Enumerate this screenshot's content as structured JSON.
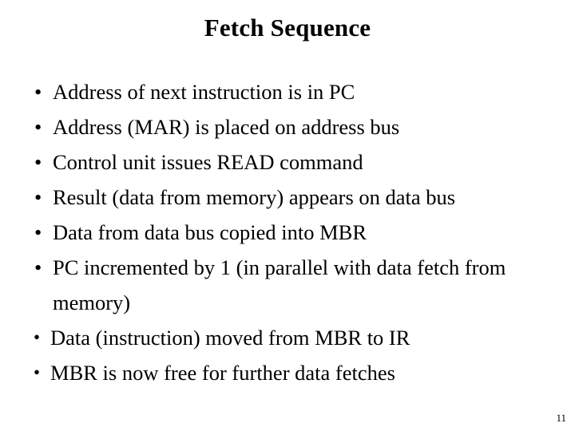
{
  "slide": {
    "title": "Fetch Sequence",
    "bullet_glyph": "•",
    "background_color": "#ffffff",
    "text_color": "#000000",
    "number": "11",
    "bullets": [
      {
        "text": "Address of next instruction is in PC",
        "style": "normal"
      },
      {
        "text": "Address (MAR) is placed on address bus",
        "style": "normal"
      },
      {
        "text": "Control unit issues READ command",
        "style": "normal"
      },
      {
        "text": "Result (data from memory) appears on data bus",
        "style": "normal"
      },
      {
        "text": "Data from data bus copied into MBR",
        "style": "normal"
      },
      {
        "text": "PC incremented by 1 (in parallel with data fetch from memory)",
        "style": "normal"
      },
      {
        "text": "Data (instruction) moved from MBR to IR",
        "style": "tight"
      },
      {
        "text": "MBR is now free for further data fetches",
        "style": "tight"
      }
    ]
  }
}
